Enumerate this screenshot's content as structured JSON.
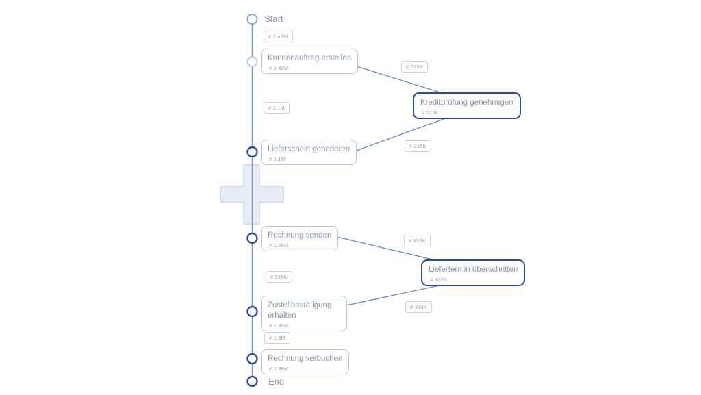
{
  "colors": {
    "accent_dark_blue": "#2d4c9e",
    "node_border_light": "#b7c4e3",
    "edge_line": "#6b86c6",
    "timeline_line": "#7f95ca",
    "start_circle": "#8ba0d2",
    "light_circle": "#b9c6e4",
    "title_text": "#8d95a8",
    "count_text": "#98a0b2",
    "badge_border": "#c9d2e2",
    "plus_fill": "#e4e9f3",
    "plus_border": "#ccd6e8"
  },
  "icons": {
    "plus_overlay": "plus-cross"
  },
  "diagram": {
    "start_label": "Start",
    "end_label": "End",
    "nodes": [
      {
        "label": "Kundenauftrag erstellen",
        "count": "# 1.42M"
      },
      {
        "label": "Kreditprüfung genehmigen",
        "count": "# 215K"
      },
      {
        "label": "Lieferschein generieren",
        "count": "# 1.1M"
      },
      {
        "label": "Rechnung senden",
        "count": "# 1.29M"
      },
      {
        "label": "Liefertermin überschritten",
        "count": "# 402K"
      },
      {
        "label": "Zustellbestätigung erhalten",
        "count": "# 1.38M"
      },
      {
        "label": "Rechnung verbuchen",
        "count": "# 1.38M"
      }
    ],
    "edge_labels": [
      {
        "count": "# 1.42M"
      },
      {
        "count": "# 215K"
      },
      {
        "count": "# 1.1M"
      },
      {
        "count": "# 215K"
      },
      {
        "count": "# 355K"
      },
      {
        "count": "# 915K"
      },
      {
        "count": "# 334K"
      },
      {
        "count": "# 1.3M"
      }
    ]
  }
}
